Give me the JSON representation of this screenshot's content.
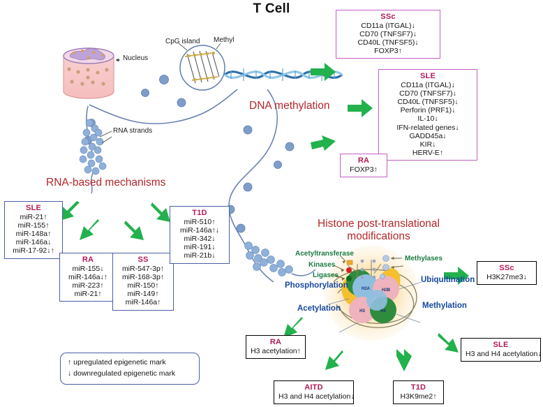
{
  "title": "T Cell",
  "headings": {
    "dna_methylation": "DNA methylation",
    "rna_based": "RNA-based mechanisms",
    "histone_ptm_line1": "Histone post-translational",
    "histone_ptm_line2": "modifications"
  },
  "art_labels": {
    "nucleus": "Nucleus",
    "cpg_island": "CpG island",
    "methyl": "Methyl",
    "rna_strands": "RNA strands",
    "acetyltransferase": "Acetyltransferase",
    "kinases": "Kinases",
    "ligases": "Ligases",
    "methylases": "Methylases",
    "phosphorylation": "Phosphorylation",
    "acetylation": "Acetylation",
    "ubiquitination": "Ubiquitination",
    "methylation": "Methylation",
    "histone_h2a": "H2A",
    "histone_h2b": "H2B",
    "histone_h3": "H3",
    "histone_h4": "H4"
  },
  "legend": {
    "up": "↑ upregulated epigenetic mark",
    "down": "↓ downregulated epigenetic mark"
  },
  "boxes": {
    "ssc_methylation": {
      "title": "SSc",
      "items": [
        "CD11a (ITGAL)↓",
        "CD70 (TNFSF7)↓",
        "CD40L (TNFSF5)↓",
        "FOXP3↑"
      ]
    },
    "sle_methylation": {
      "title": "SLE",
      "items": [
        "CD11a (ITGAL)↓",
        "CD70 (TNFSF7)↓",
        "CD40L (TNFSF5)↓",
        "Perforin (PRF1)↓",
        "IL-10↓",
        "IFN-related genes↓",
        "GADD45a↓",
        "KIR↓",
        "HERV-E↑"
      ]
    },
    "ra_methylation": {
      "title": "RA",
      "items": [
        "FOXP3↑"
      ]
    },
    "sle_rna": {
      "title": "SLE",
      "items": [
        "miR-21↑",
        "miR-155↑",
        "miR-148a↑",
        "miR-146a↓",
        "miR-17-92↓↑"
      ]
    },
    "ra_rna": {
      "title": "RA",
      "items": [
        "miR-155↓",
        "miR-146a↓↑",
        "miR-223↑",
        "miR-21↑"
      ]
    },
    "ss_rna": {
      "title": "SS",
      "items": [
        "miR-547-3p↑",
        "miR-168-3p↑",
        "miR-150↑",
        "miR-149↑",
        "miR-146a↑"
      ]
    },
    "t1d_rna": {
      "title": "T1D",
      "items": [
        "miR-510↑",
        "miR-146a↑↓",
        "miR-342↓",
        "miR-191↓",
        "miR-21b↓"
      ]
    },
    "ssc_histone": {
      "title": "SSc",
      "items": [
        "H3K27me3↓"
      ]
    },
    "sle_histone": {
      "title": "SLE",
      "items": [
        "H3 and H4 acetylation↓"
      ]
    },
    "ra_histone": {
      "title": "RA",
      "items": [
        "H3 acetylation↑"
      ]
    },
    "aitd_histone": {
      "title": "AITD",
      "items": [
        "H3 and H4 acetylation↓"
      ]
    },
    "t1d_histone": {
      "title": "T1D",
      "items": [
        "H3K9me2↑"
      ]
    }
  },
  "colors": {
    "arrow_green": "#22b14c",
    "heading_red": "#b3262a",
    "box_title_pink": "#b3195a",
    "box_border_magenta": "#c25ec2",
    "box_border_blue": "#4a5fa5",
    "box_border_black": "#000000",
    "mod_label_blue": "#17489e",
    "enzyme_label_green": "#1b7a3f",
    "chromatin_blue": "#7e9dc9",
    "nucleosome_halo": "#fbe3b6"
  }
}
